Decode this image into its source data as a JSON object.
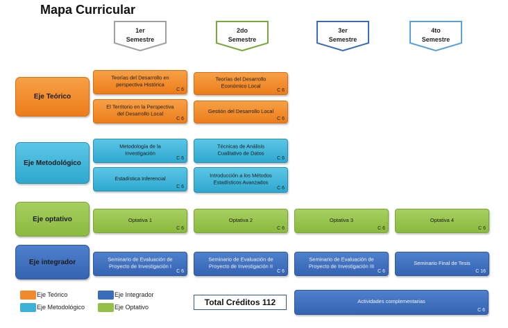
{
  "title": "Mapa Curricular",
  "semesters": [
    {
      "label": "1er\nSemestre",
      "color": "#a0a0a0"
    },
    {
      "label": "2do\nSemestre",
      "color": "#77a83a"
    },
    {
      "label": "3er\nSemestre",
      "color": "#3a6cb8"
    },
    {
      "label": "4to\nSemestre",
      "color": "#5a9fd6"
    }
  ],
  "axes": [
    {
      "label": "Eje Teórico"
    },
    {
      "label": "Eje Metodológico"
    },
    {
      "label": "Eje optativo"
    },
    {
      "label": "Eje integrador"
    }
  ],
  "courses": {
    "teorico_1a": {
      "title": "Teorías del Desarrollo en\nperspectiva Histórica",
      "credits": "C 6"
    },
    "teorico_1b": {
      "title": "El Territorio en la Perspectiva\ndel Desarrollo  Local",
      "credits": "C 6"
    },
    "teorico_2a": {
      "title": "Teorías del Desarrollo\nEconómico Local",
      "credits": "C 6"
    },
    "teorico_2b": {
      "title": "Gestión del  Desarrollo Local",
      "credits": "C 6"
    },
    "metod_1a": {
      "title": "Metodología de la\nInvestigación",
      "credits": "C 6"
    },
    "metod_1b": {
      "title": "Estadística Inferencial",
      "credits": "C 6"
    },
    "metod_2a": {
      "title": "Técnicas de Análisis\nCualitativo de Datos",
      "credits": "C 6"
    },
    "metod_2b": {
      "title": "Introducción a los  Métodos\nEstadísticos Avanzados",
      "credits": "C 6"
    },
    "opt_1": {
      "title": "Optativa 1",
      "credits": "C 6"
    },
    "opt_2": {
      "title": "Optativa 2",
      "credits": "C 6"
    },
    "opt_3": {
      "title": "Optativa 3",
      "credits": "C 6"
    },
    "opt_4": {
      "title": "Optativa 4",
      "credits": "C 6"
    },
    "integ_1": {
      "title": "Seminario  de Evaluación de\nProyecto de Investigación I",
      "credits": "C 6"
    },
    "integ_2": {
      "title": "Seminario de Evaluación de\nProyecto de Investigación II",
      "credits": "C 6"
    },
    "integ_3": {
      "title": "Seminario de Evaluación de\nProyecto de Investigación III",
      "credits": "C 6"
    },
    "integ_4": {
      "title": "Seminario  Final de Tesis",
      "credits": "C 16"
    },
    "actividades": {
      "title": "Actividades complementarias",
      "credits": "C 6"
    }
  },
  "legend": [
    {
      "label": "Eje Teórico",
      "color": "#f08a2c"
    },
    {
      "label": "Eje Integrador",
      "color": "#3a6cb8"
    },
    {
      "label": "Eje Metodológico",
      "color": "#3cb2d8"
    },
    {
      "label": "Eje Optativo",
      "color": "#94c048"
    }
  ],
  "total": "Total Créditos 112"
}
